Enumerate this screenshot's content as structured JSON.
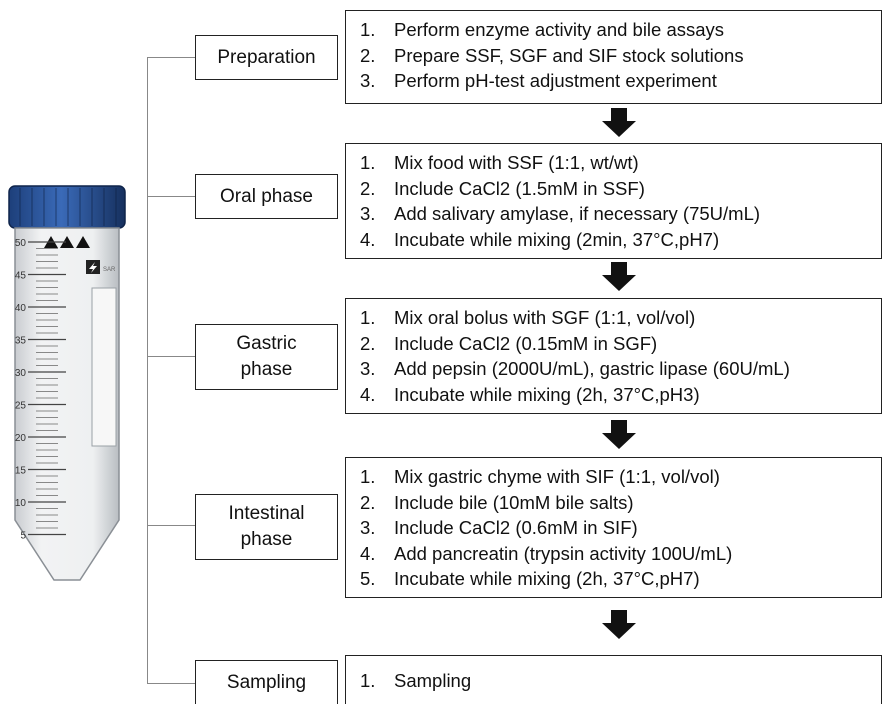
{
  "tube": {
    "scale_labels": [
      "50",
      "45",
      "40",
      "35",
      "30",
      "25",
      "20",
      "15",
      "10",
      "5"
    ],
    "brand_icon": "lightning-logo-icon"
  },
  "stages": [
    {
      "label": "Preparation",
      "steps": [
        {
          "num": "1.",
          "text": "Perform enzyme activity and bile assays"
        },
        {
          "num": "2.",
          "text": "Prepare SSF, SGF and SIF stock solutions"
        },
        {
          "num": "3.",
          "text": "Perform pH-test adjustment experiment"
        }
      ]
    },
    {
      "label": "Oral phase",
      "steps": [
        {
          "num": "1.",
          "text": "Mix food with SSF (1:1, wt/wt)"
        },
        {
          "num": "2.",
          "text": "Include CaCl2 (1.5mM in SSF)"
        },
        {
          "num": "3.",
          "text": "Add salivary amylase, if necessary (75U/mL)"
        },
        {
          "num": "4.",
          "text": "Incubate while mixing (2min, 37°C,pH7)"
        }
      ]
    },
    {
      "label": "Gastric phase",
      "label_lines": [
        "Gastric",
        "phase"
      ],
      "steps": [
        {
          "num": "1.",
          "text": "Mix oral bolus with SGF (1:1, vol/vol)"
        },
        {
          "num": "2.",
          "text": "Include CaCl2 (0.15mM in SGF)"
        },
        {
          "num": "3.",
          "text": "Add pepsin (2000U/mL), gastric lipase (60U/mL)"
        },
        {
          "num": "4.",
          "text": "Incubate while mixing (2h, 37°C,pH3)"
        }
      ]
    },
    {
      "label": "Intestinal phase",
      "label_lines": [
        "Intestinal",
        "phase"
      ],
      "steps": [
        {
          "num": "1.",
          "text": "Mix gastric chyme with SIF (1:1, vol/vol)"
        },
        {
          "num": "2.",
          "text": "Include bile (10mM bile salts)"
        },
        {
          "num": "3.",
          "text": "Include CaCl2 (0.6mM in SIF)"
        },
        {
          "num": "4.",
          "text": "Add pancreatin (trypsin activity 100U/mL)"
        },
        {
          "num": "5.",
          "text": "Incubate while mixing (2h, 37°C,pH7)"
        }
      ]
    },
    {
      "label": "Sampling",
      "steps": [
        {
          "num": "1.",
          "text": "Sampling"
        }
      ]
    }
  ]
}
